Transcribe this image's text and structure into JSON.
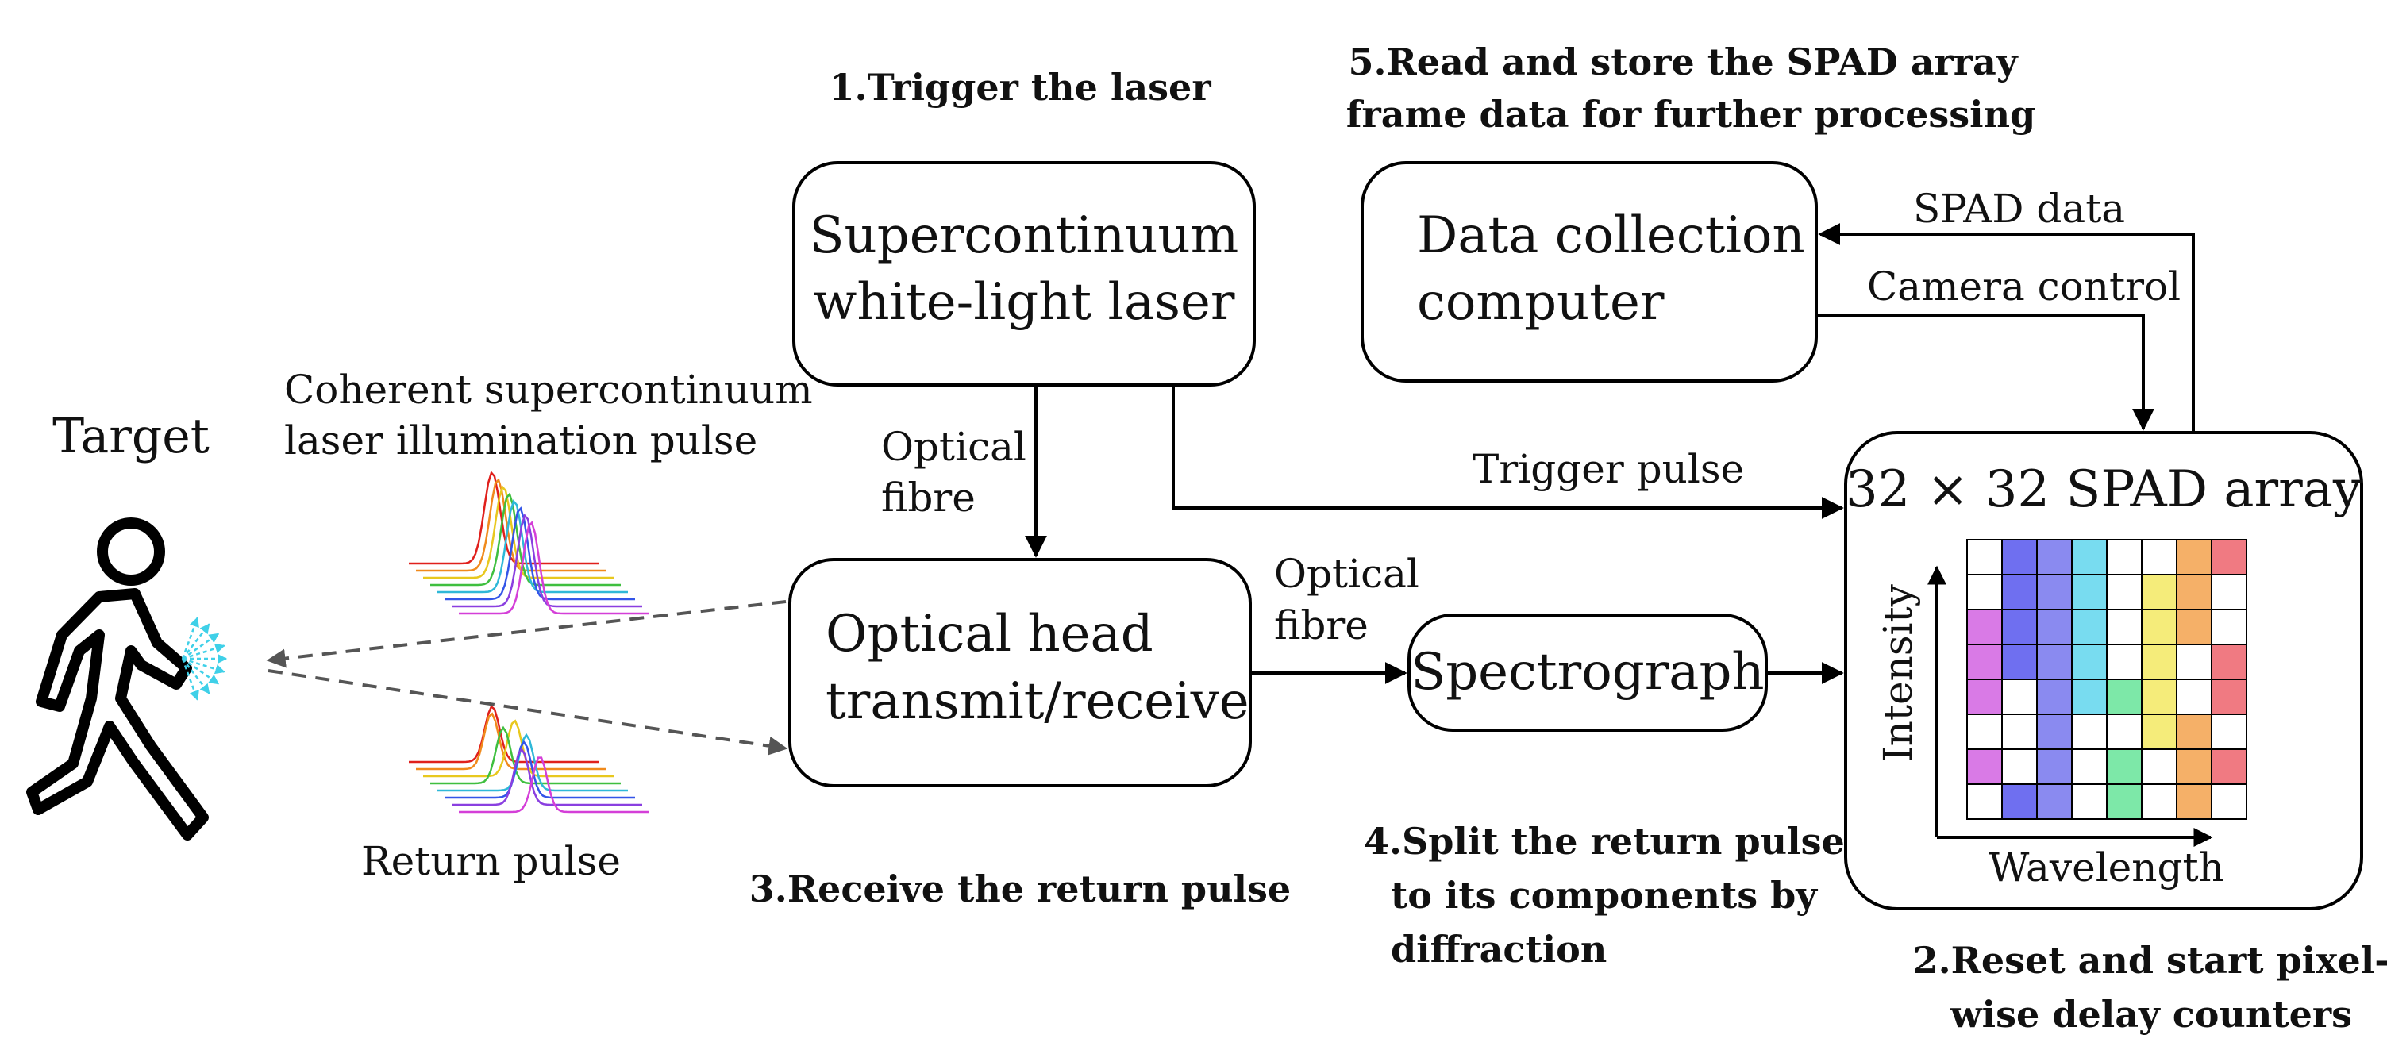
{
  "steps": {
    "s1": "1.Trigger the laser",
    "s2_line1": "2.Reset and start pixel-",
    "s2_line2": "wise delay counters",
    "s3": "3.Receive the return pulse",
    "s4_line1": "4.Split the return pulse",
    "s4_line2": "to its components by",
    "s4_line3": "diffraction",
    "s5_line1": "5.Read and store the SPAD array",
    "s5_line2": "frame data for further processing"
  },
  "boxes": {
    "laser_line1": "Supercontinuum",
    "laser_line2": "white-light laser",
    "computer_line1": "Data collection",
    "computer_line2": "computer",
    "head_line1": "Optical head",
    "head_line2": "transmit/receive",
    "spectrograph": "Spectrograph",
    "spad_title": "32 × 32 SPAD array"
  },
  "labels": {
    "target": "Target",
    "illum_line1": "Coherent supercontinuum",
    "illum_line2": "laser illumination pulse",
    "return_pulse": "Return pulse",
    "fibre1_line1": "Optical",
    "fibre1_line2": "fibre",
    "fibre2_line1": "Optical",
    "fibre2_line2": "fibre",
    "trigger_pulse": "Trigger pulse",
    "spad_data": "SPAD data",
    "camera_control": "Camera control",
    "intensity": "Intensity",
    "wavelength": "Wavelength"
  },
  "colors": {
    "spectrum": [
      "#e0201c",
      "#f08a1c",
      "#e8c81e",
      "#3fbf3f",
      "#2fb8d8",
      "#3355e8",
      "#8a3fe0",
      "#d43fd8"
    ],
    "grid_columns": [
      "#d97ae6",
      "#6f6ff0",
      "#8a8af0",
      "#78dcf0",
      "#7de8a8",
      "#f5ec7a",
      "#f5b068",
      "#f07a82"
    ],
    "arrow": "#000000",
    "dashed": "#555555",
    "rays": "#3fd0e8"
  }
}
